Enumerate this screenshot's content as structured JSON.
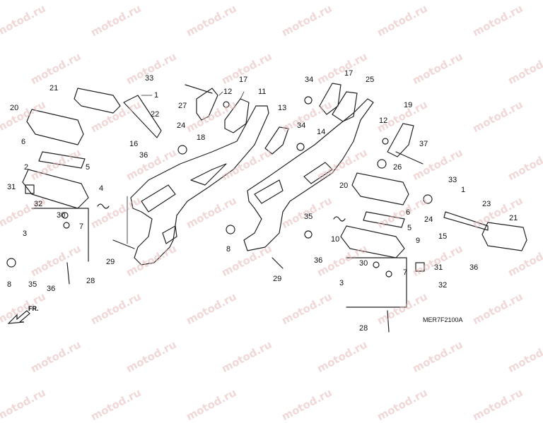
{
  "watermark": "motod.ru",
  "diagram_code": "MER7F2100A",
  "direction_label": "FR.",
  "callouts": [
    "33",
    "1",
    "21",
    "20",
    "22",
    "16",
    "36",
    "6",
    "5",
    "2",
    "31",
    "32",
    "4",
    "30",
    "7",
    "3",
    "8",
    "35",
    "36",
    "28",
    "27",
    "12",
    "17",
    "11",
    "18",
    "24",
    "13",
    "34",
    "29",
    "8",
    "35",
    "10",
    "36",
    "29",
    "34",
    "17",
    "14",
    "25",
    "19",
    "12",
    "37",
    "26",
    "33",
    "1",
    "24",
    "20",
    "6",
    "5",
    "9",
    "23",
    "21",
    "15",
    "36",
    "31",
    "30",
    "7",
    "32",
    "3",
    "28"
  ],
  "colors": {
    "line": "#222222",
    "watermark": "#e6b8b8"
  }
}
